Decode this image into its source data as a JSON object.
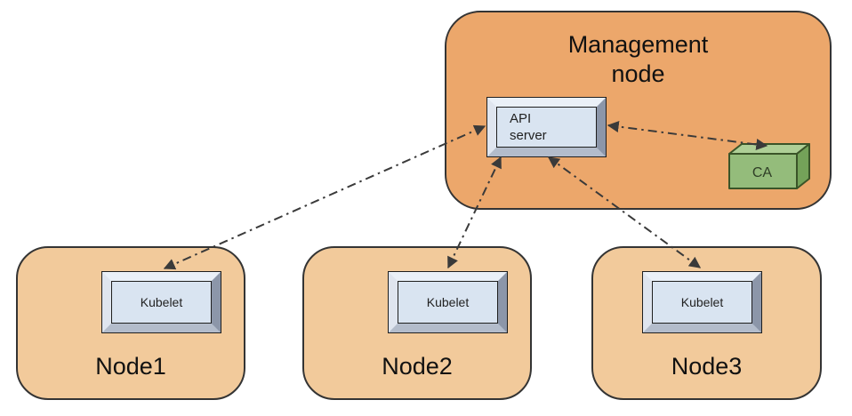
{
  "diagram": {
    "management_node": {
      "title": "Management\nnode",
      "api_server": {
        "label": "API\nserver"
      },
      "ca": {
        "label": "CA"
      }
    },
    "nodes": [
      {
        "label": "Node1",
        "component": "Kubelet"
      },
      {
        "label": "Node2",
        "component": "Kubelet"
      },
      {
        "label": "Node3",
        "component": "Kubelet"
      }
    ],
    "connections": [
      {
        "from": "Kubelet (Node1)",
        "to": "API server",
        "style": "dash-dot",
        "bidirectional": true
      },
      {
        "from": "Kubelet (Node2)",
        "to": "API server",
        "style": "dash-dot",
        "bidirectional": true
      },
      {
        "from": "Kubelet (Node3)",
        "to": "API server",
        "style": "dash-dot",
        "bidirectional": true
      },
      {
        "from": "API server",
        "to": "CA",
        "style": "dash-dot",
        "bidirectional": true
      }
    ],
    "colors": {
      "management_node_fill": "#ECA76B",
      "worker_node_fill": "#F2CA9B",
      "chip_face": "#D9E4F1",
      "ca_front": "#94BC7B",
      "ca_top": "#AECF96",
      "ca_side": "#74A259",
      "outline": "#343434",
      "arrow": "#3A3A3A"
    }
  }
}
